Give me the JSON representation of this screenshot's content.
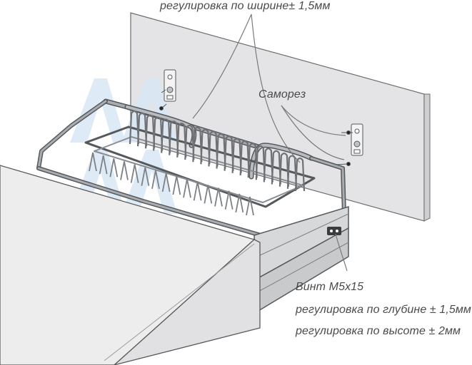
{
  "labels": {
    "width_adjust": "регулировка по ширине± 1,5мм",
    "screw": "Саморез",
    "bolt": "Винт М5х15",
    "depth_adjust": "регулировка по глубине  ± 1,5мм",
    "height_adjust": "регулировка по высоте  ± 2мм"
  },
  "watermark": {
    "text": "MM"
  },
  "colors": {
    "panel": "#e4e4e6",
    "panel_edge": "#6e6e6e",
    "cabinet_top": "#ededee",
    "wire": "#8a8e92",
    "wire_dark": "#55595c",
    "watermark": "#d9e8f6",
    "label": "#4a4a4a"
  }
}
